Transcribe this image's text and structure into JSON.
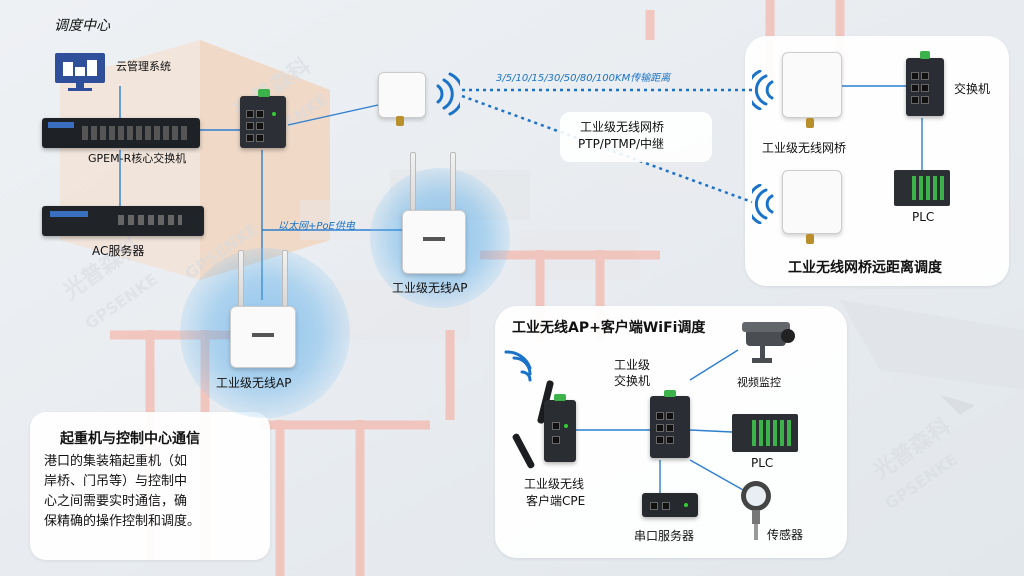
{
  "labels": {
    "dispatch_center": "调度中心",
    "cloud_mgmt": "云管理系统",
    "core_switch": "GPEM-R核心交换机",
    "ac_server": "AC服务器",
    "ethernet_poe": "以太网+PoE供电",
    "transmission_distance": "3/5/10/15/30/50/80/100KM传输距离",
    "bridge_mode_line1": "工业级无线网桥",
    "bridge_mode_line2": "PTP/PTMP/中继",
    "remote_bridge": "工业级无线网桥",
    "remote_switch": "交换机",
    "remote_plc": "PLC",
    "remote_panel_title": "工业无线网桥远距离调度",
    "ap1": "工业级无线AP",
    "ap2": "工业级无线AP",
    "wifi_panel_title": "工业无线AP+客户端WiFi调度",
    "ind_switch_line1": "工业级",
    "ind_switch_line2": "交换机",
    "video": "视频监控",
    "plc2": "PLC",
    "cpe_line1": "工业级无线",
    "cpe_line2": "客户端CPE",
    "serial_server": "串口服务器",
    "sensor": "传感器"
  },
  "info_box": {
    "title": "起重机与控制中心通信",
    "lines": [
      "港口的集装箱起重机（如",
      "岸桥、门吊等）与控制中",
      "心之间需要实时通信，确",
      "保精确的操作控制和调度。"
    ]
  },
  "colors": {
    "wifi_blue": "#1a73c9",
    "link_line": "#2d7fd0",
    "halo_blue": "#5aaee8",
    "cable_green": "#3bb34a"
  },
  "icons": [
    "monitor-icon",
    "wifi-signal-icon",
    "camera-icon",
    "gauge-icon"
  ]
}
